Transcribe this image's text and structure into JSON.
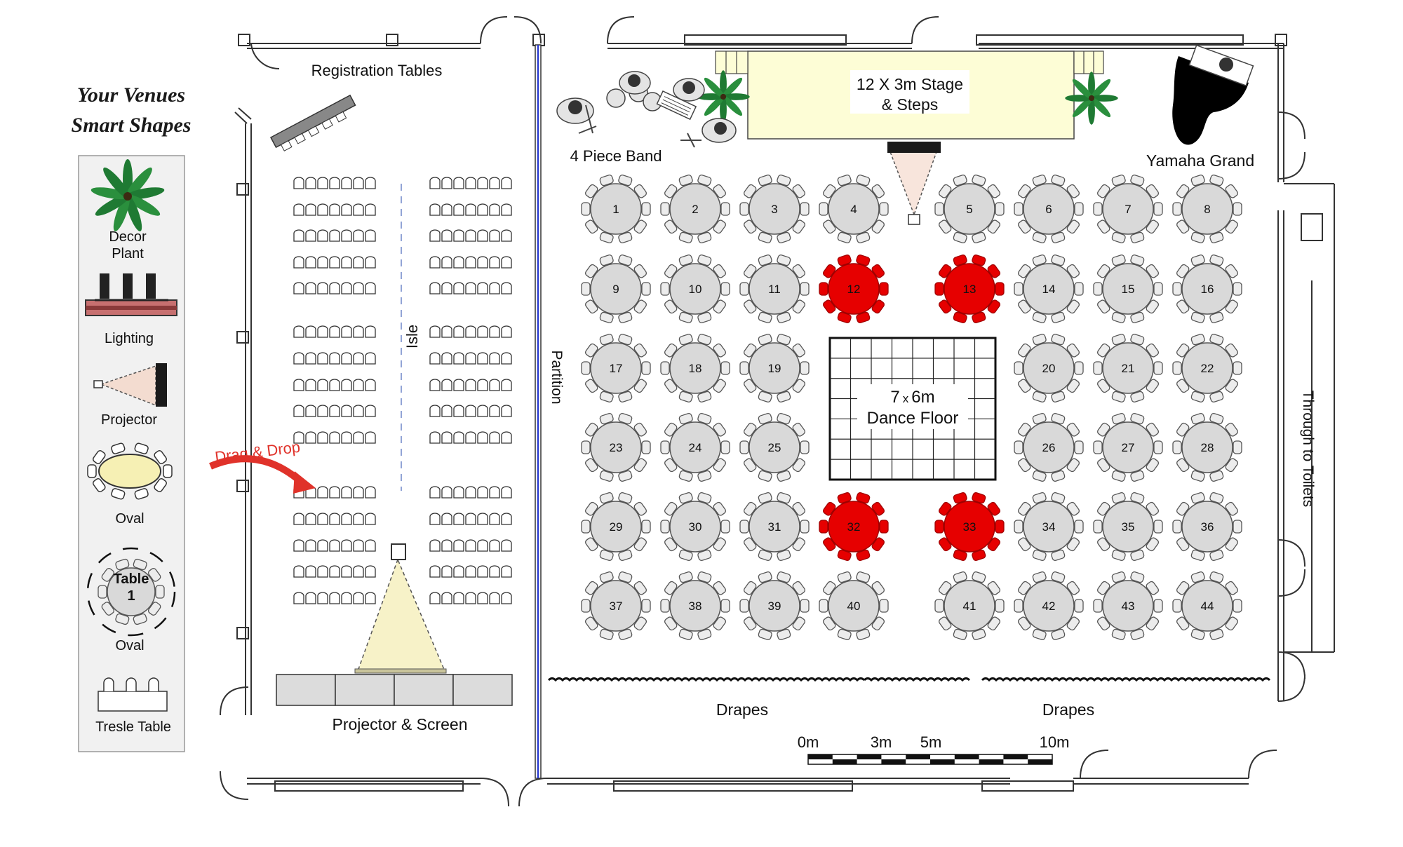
{
  "title_line1": "Your Venues",
  "title_line2": "Smart  Shapes",
  "palette": [
    {
      "id": "decor",
      "label1": "Decor",
      "label2": "Plant",
      "icon": "plant-icon"
    },
    {
      "id": "lighting",
      "label1": "Lighting",
      "icon": "lighting-rig-icon"
    },
    {
      "id": "projector",
      "label1": "Projector",
      "icon": "projector-icon"
    },
    {
      "id": "oval",
      "label1": "Oval",
      "icon": "oval-table-icon"
    },
    {
      "id": "round",
      "label1": "Oval",
      "icon": "round-table-icon",
      "table_word": "Table",
      "table_num": "1"
    },
    {
      "id": "tresle",
      "label1": "Tresle Table",
      "icon": "tresle-table-icon"
    }
  ],
  "labels": {
    "registration": "Registration Tables",
    "band": "4 Piece Band",
    "stage1": "12 X 3m Stage",
    "stage2": "& Steps",
    "piano": "Yamaha Grand",
    "isle": "Isle",
    "partition": "Partition",
    "toilets": "Through to Toilets",
    "drag": "Drag & Drop",
    "projector_screen": "Projector & Screen",
    "drapes_left": "Drapes",
    "drapes_right": "Drapes",
    "dance1_a": "7",
    "dance1_x": "x",
    "dance1_b": "6m",
    "dance2": "Dance Floor"
  },
  "scale": [
    "0m",
    "3m",
    "5m",
    "10m"
  ],
  "tables": [
    {
      "n": "1",
      "c": "grey"
    },
    {
      "n": "2",
      "c": "grey"
    },
    {
      "n": "3",
      "c": "grey"
    },
    {
      "n": "4",
      "c": "grey"
    },
    {
      "n": "5",
      "c": "grey"
    },
    {
      "n": "6",
      "c": "grey"
    },
    {
      "n": "7",
      "c": "grey"
    },
    {
      "n": "8",
      "c": "grey"
    },
    {
      "n": "9",
      "c": "grey"
    },
    {
      "n": "10",
      "c": "grey"
    },
    {
      "n": "11",
      "c": "grey"
    },
    {
      "n": "12",
      "c": "red"
    },
    {
      "n": "13",
      "c": "red"
    },
    {
      "n": "14",
      "c": "grey"
    },
    {
      "n": "15",
      "c": "grey"
    },
    {
      "n": "16",
      "c": "grey"
    },
    {
      "n": "17",
      "c": "grey"
    },
    {
      "n": "18",
      "c": "grey"
    },
    {
      "n": "19",
      "c": "grey"
    },
    {
      "n": "20",
      "c": "grey"
    },
    {
      "n": "21",
      "c": "grey"
    },
    {
      "n": "22",
      "c": "grey"
    },
    {
      "n": "23",
      "c": "grey"
    },
    {
      "n": "24",
      "c": "grey"
    },
    {
      "n": "25",
      "c": "grey"
    },
    {
      "n": "26",
      "c": "grey"
    },
    {
      "n": "27",
      "c": "grey"
    },
    {
      "n": "28",
      "c": "grey"
    },
    {
      "n": "29",
      "c": "grey"
    },
    {
      "n": "30",
      "c": "grey"
    },
    {
      "n": "31",
      "c": "grey"
    },
    {
      "n": "32",
      "c": "red"
    },
    {
      "n": "33",
      "c": "red"
    },
    {
      "n": "34",
      "c": "grey"
    },
    {
      "n": "35",
      "c": "grey"
    },
    {
      "n": "36",
      "c": "grey"
    },
    {
      "n": "37",
      "c": "grey"
    },
    {
      "n": "38",
      "c": "grey"
    },
    {
      "n": "39",
      "c": "grey"
    },
    {
      "n": "40",
      "c": "grey"
    },
    {
      "n": "41",
      "c": "grey"
    },
    {
      "n": "42",
      "c": "grey"
    },
    {
      "n": "43",
      "c": "grey"
    },
    {
      "n": "44",
      "c": "grey"
    }
  ],
  "colors": {
    "table_grey": "#d9d9d9",
    "table_red": "#e60000",
    "stage_fill": "#fdfdd6",
    "partition_blue": "#2b3bd1",
    "drag_arrow": "#e0322a",
    "beam": "#f7f2c8",
    "screen_grey": "#dcdcdc"
  }
}
